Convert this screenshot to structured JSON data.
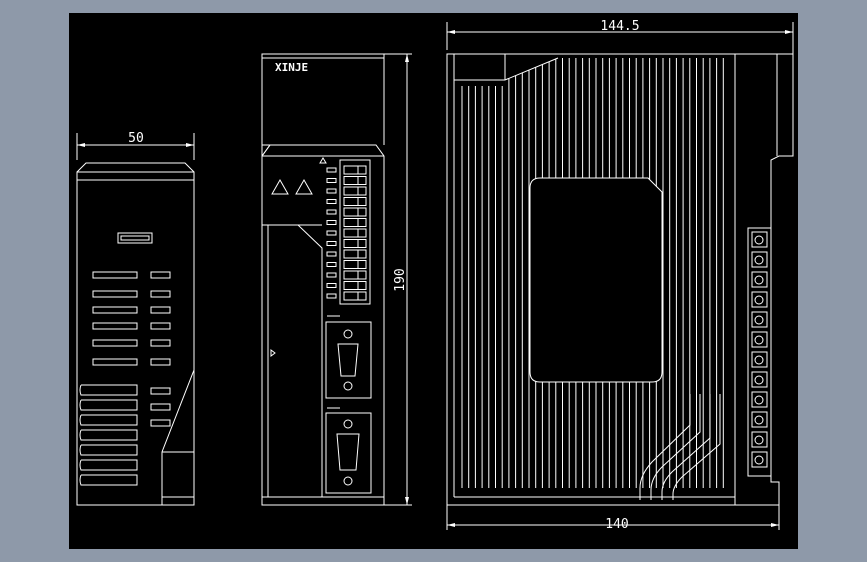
{
  "colors": {
    "page": "#8e99a9",
    "canvas": "#000000",
    "line": "#ffffff"
  },
  "brand_logo": "XINJE",
  "dimensions": {
    "side_width": "50",
    "height": "190",
    "top_depth": "144.5",
    "bottom_depth": "140"
  },
  "front_terminal_count": 13,
  "side_terminal_count": 12,
  "side_fin_count": 40
}
